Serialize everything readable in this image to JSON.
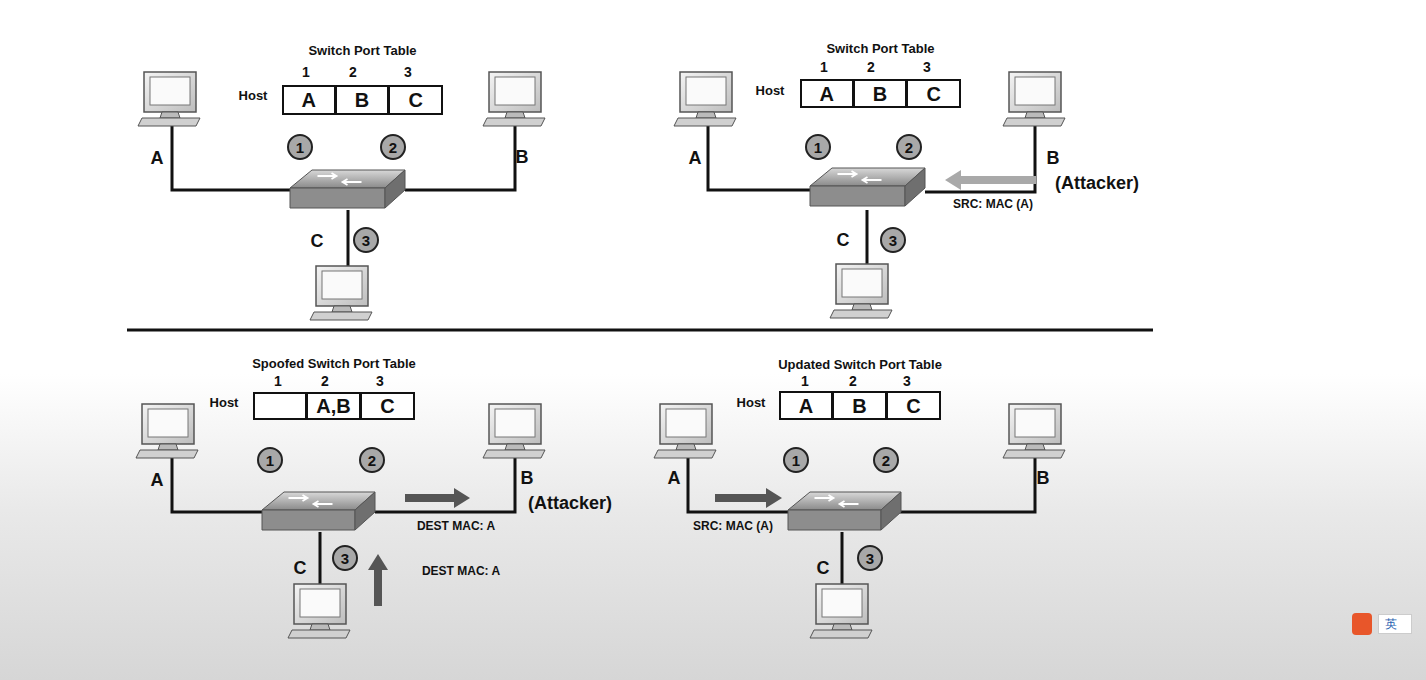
{
  "diagram": {
    "nodes": [
      {
        "text": [
          "Switch Port Table"
        ]
      },
      {
        "text": [
          "A"
        ],
        "in": 0
      },
      {
        "text": [
          "B"
        ],
        "in": 0
      },
      {
        "text": [
          "C"
        ],
        "in": 0
      },
      {
        "text": [
          "1"
        ]
      },
      {
        "text": [
          "2"
        ]
      },
      {
        "text": [
          "3"
        ]
      },
      {
        "text": [
          "Switch Port Table"
        ]
      },
      {
        "text": [
          "A"
        ],
        "in": 7
      },
      {
        "text": [
          "B"
        ],
        "in": 7
      },
      {
        "text": [
          "C"
        ],
        "in": 7
      },
      {
        "text": [
          "1"
        ]
      },
      {
        "text": [
          "2"
        ]
      },
      {
        "text": [
          "3"
        ]
      },
      {
        "text": [
          "Spoofed Switch Port Table"
        ]
      },
      {
        "text": [
          "A,B"
        ],
        "in": 14
      },
      {
        "text": [
          "C"
        ],
        "in": 14
      },
      {
        "text": [
          "1"
        ]
      },
      {
        "text": [
          "2"
        ]
      },
      {
        "text": [
          "3"
        ]
      },
      {
        "text": [
          "Updated Switch Port Table"
        ]
      },
      {
        "text": [
          "A"
        ],
        "in": 20
      },
      {
        "text": [
          "B"
        ],
        "in": 20
      },
      {
        "text": [
          "C"
        ],
        "in": 20
      },
      {
        "text": [
          "1"
        ]
      },
      {
        "text": [
          "2"
        ]
      },
      {
        "text": [
          "3"
        ]
      }
    ],
    "labels": [
      "1",
      "2",
      "3",
      "Host",
      "A",
      "B",
      "C",
      "1",
      "2",
      "3",
      "Host",
      "A",
      "B",
      "(Attacker)",
      "SRC: MAC (A)",
      "C",
      "1",
      "2",
      "3",
      "Host",
      "A",
      "B",
      "(Attacker)",
      "DEST MAC: A",
      "C",
      "DEST MAC: A",
      "1",
      "2",
      "3",
      "Host",
      "A",
      "B",
      "SRC: MAC (A)",
      "C",
      "英"
    ]
  }
}
